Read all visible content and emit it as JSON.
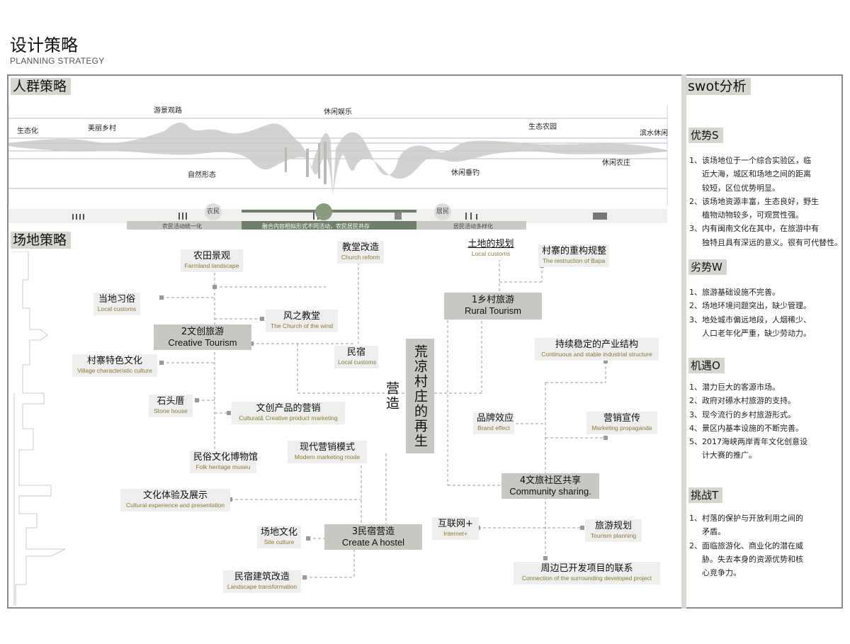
{
  "page": {
    "title": "设计策略",
    "subtitle": "PLANNING STRATEGY"
  },
  "sections": {
    "crowd": "人群策略",
    "site": "场地策略",
    "swot": "swot分析"
  },
  "crowd_strategy": {
    "labels": [
      "生态化",
      "美丽乡村",
      "游景观路",
      "自然形态",
      "休闲娱乐",
      "休闲垂钓",
      "生态农园",
      "休闲农庄",
      "滨水休闲"
    ],
    "circles": [
      "农民",
      "居民"
    ],
    "bands": [
      "农民活动统一化",
      "融合内容相拟形式不同活动，农民居民共存",
      "居民活动多样化"
    ]
  },
  "colors": {
    "accent_green": "#6f806a",
    "hub_grey": "#c6c9c1",
    "node_grey": "#eeeeec",
    "en_text": "#8a7a34"
  },
  "site_strategy": {
    "center": "荒凉村庄的再生营造",
    "hubs": {
      "rural": {
        "zh": "1乡村旅游",
        "en": "Rural Tourism"
      },
      "creative": {
        "zh": "2文创旅游",
        "en": "Creative Tourism"
      },
      "hostel": {
        "zh": "3民宿营造",
        "en": "Create A hostel"
      },
      "community": {
        "zh": "4文旅社区共享",
        "en": "Community sharing."
      }
    },
    "nodes": {
      "farmland": {
        "zh": "农田景观",
        "en": "Farmland landscape"
      },
      "church_reform": {
        "zh": "教堂改造",
        "en": "Church reform"
      },
      "local_plan": {
        "zh": "土地的规划",
        "en": "Local customs"
      },
      "bapa": {
        "zh": "村寨的重构规整",
        "en": "The restruction of Bapa"
      },
      "local_customs": {
        "zh": "当地习俗",
        "en": "Local customs"
      },
      "church_wind": {
        "zh": "风之教堂",
        "en": "The Church of the wind"
      },
      "homestay": {
        "zh": "民宿",
        "en": "Local customs"
      },
      "industry": {
        "zh": "持续稳定的产业结构",
        "en": "Continuous and stable industrial structure"
      },
      "village_culture": {
        "zh": "村寨特色文化",
        "en": "Village characteristic culture"
      },
      "stone_house": {
        "zh": "石头厝",
        "en": "Stone house"
      },
      "cultural_marketing": {
        "zh": "文创产品的营销",
        "en": "Cultural& Creative product marketing"
      },
      "brand": {
        "zh": "品牌效应",
        "en": "Brand effect"
      },
      "propaganda": {
        "zh": "营销宣传",
        "en": "Marketing propaganda"
      },
      "modern_marketing": {
        "zh": "现代营销模式",
        "en": "Modern marketing mode"
      },
      "folk_museum": {
        "zh": "民俗文化博物馆",
        "en": "Folk heritage museu"
      },
      "cultural_experience": {
        "zh": "文化体验及展示",
        "en": "Cultural experience and presentation"
      },
      "site_culture": {
        "zh": "场地文化",
        "en": "Site culture"
      },
      "internet": {
        "zh": "互联网+",
        "en": "Internet+"
      },
      "tourism_planning": {
        "zh": "旅游规划",
        "en": "Tourism planning"
      },
      "landscape_transform": {
        "zh": "民宿建筑改造",
        "en": "Landscape transformation"
      },
      "surrounding": {
        "zh": "周边已开发项目的联系",
        "en": "Connection of the surrounding developed project"
      }
    }
  },
  "swot": {
    "strengths": {
      "title": "优势S",
      "items": [
        {
          "text": "1、该场地位于一个综合实验区，临",
          "indent": false
        },
        {
          "text": "近大海，城区和场地之间的距离",
          "indent": true
        },
        {
          "text": "较短，区位优势明显。",
          "indent": true
        },
        {
          "text": "2、该场地资源丰富，生态良好，野生",
          "indent": false
        },
        {
          "text": "植物动物较多，可观赏性强。",
          "indent": true
        },
        {
          "text": "3、内有闽南文化在其中，在旅游中有",
          "indent": false
        },
        {
          "text": "独特且具有深远的意义。很有可代替性。",
          "indent": true
        }
      ]
    },
    "weaknesses": {
      "title": "劣势W",
      "items": [
        {
          "text": "1、旅游基础设施不完善。",
          "indent": false
        },
        {
          "text": "2、场地环境问题突出，缺少管理。",
          "indent": false
        },
        {
          "text": "3、地处城市偏远地段，人烟稀少、",
          "indent": false
        },
        {
          "text": "人口老年化严重，缺少劳动力。",
          "indent": true
        }
      ]
    },
    "opportunities": {
      "title": "机遇O",
      "items": [
        {
          "text": "1、潜力巨大的客源市场。",
          "indent": false
        },
        {
          "text": "2、政府对礤水村旅游的支持。",
          "indent": false
        },
        {
          "text": "3、现今流行的乡村旅游形式。",
          "indent": false
        },
        {
          "text": "4、景区内基本设施的不断完善。",
          "indent": false
        },
        {
          "text": "5、2017海峡两岸青年文化创意设",
          "indent": false
        },
        {
          "text": "计大赛的推广。",
          "indent": true
        }
      ]
    },
    "threats": {
      "title": "挑战T",
      "items": [
        {
          "text": "1、村落的保护与开放利用之间的",
          "indent": false
        },
        {
          "text": "矛盾。",
          "indent": true
        },
        {
          "text": "2、面临旅游化、商业化的潜在威",
          "indent": false
        },
        {
          "text": "胁。失去本身的资源优势和核",
          "indent": true
        },
        {
          "text": "心竞争力。",
          "indent": true
        }
      ]
    }
  }
}
